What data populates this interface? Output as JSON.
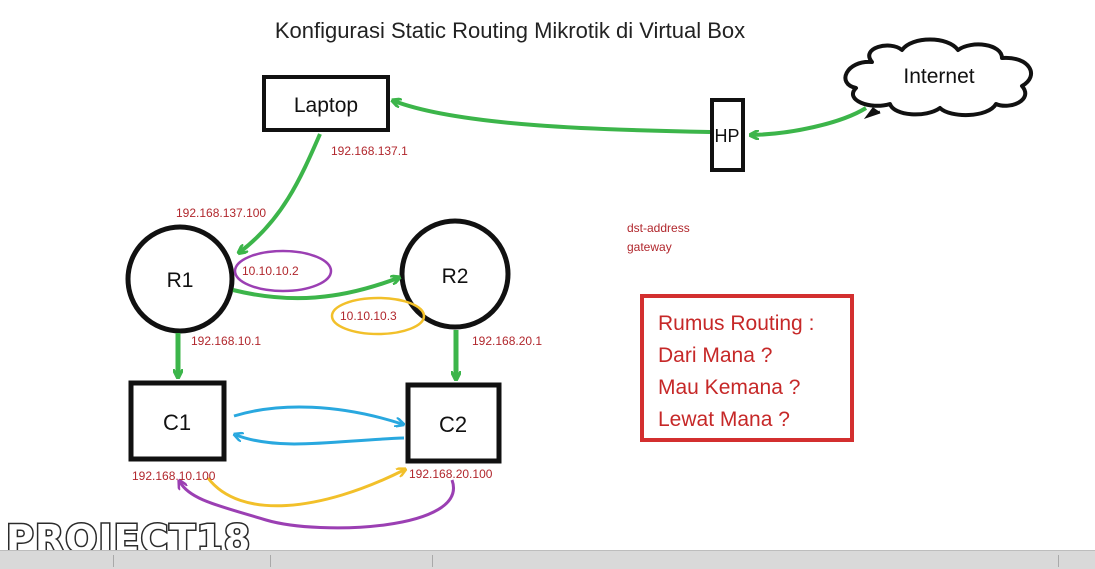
{
  "title": "Konfigurasi Static Routing Mikrotik di Virtual Box",
  "nodes": {
    "laptop": "Laptop",
    "hp": "HP",
    "internet": "Internet",
    "r1": "R1",
    "r2": "R2",
    "c1": "C1",
    "c2": "C2"
  },
  "ips": {
    "laptop": "192.168.137.1",
    "r1_wan": "192.168.137.100",
    "r1_link": "10.10.10.2",
    "r2_link": "10.10.10.3",
    "r1_lan": "192.168.10.1",
    "r2_lan": "192.168.20.1",
    "c1": "192.168.10.100",
    "c2": "192.168.20.100"
  },
  "notes": {
    "line1": "dst-address",
    "line2": "gateway"
  },
  "rumus": {
    "line1": "Rumus Routing :",
    "line2": "Dari Mana ?",
    "line3": "Mau Kemana ?",
    "line4": "Lewat Mana ?"
  },
  "watermark": "PROJECT18",
  "colors": {
    "green": "#3cb54a",
    "blue": "#29a8df",
    "purple": "#9b3fb3",
    "yellow": "#f2c02a",
    "ipRed": "#b1272d",
    "boxRed": "#d32f2f"
  }
}
